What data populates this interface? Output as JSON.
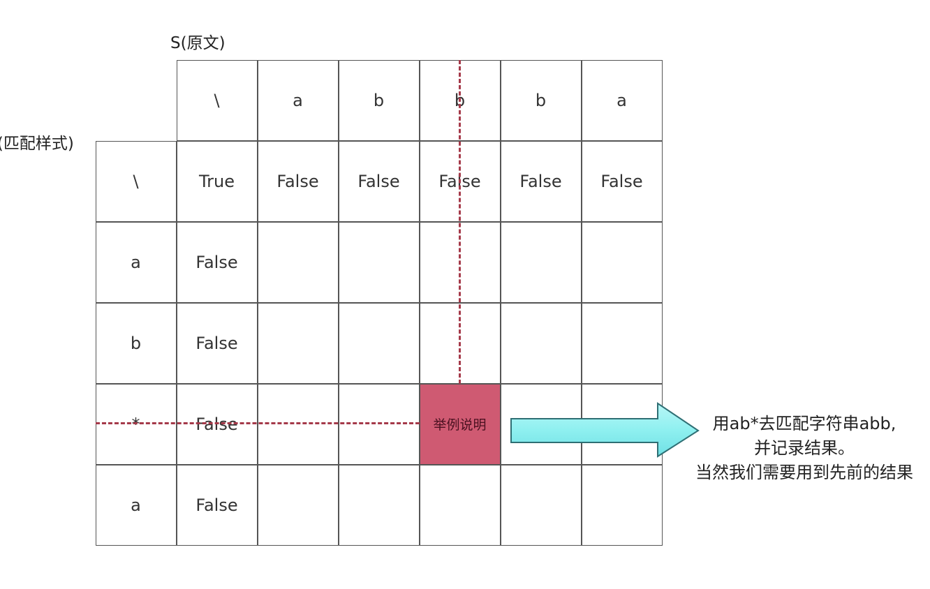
{
  "labels": {
    "s_axis": "S(原文)",
    "p_axis": "P(匹配样式)"
  },
  "table": {
    "column_headers": [
      "\\",
      "a",
      "b",
      "b",
      "b",
      "a"
    ],
    "row_headers": [
      "\\",
      "a",
      "b",
      "*",
      "a"
    ],
    "rows": [
      [
        "True",
        "False",
        "False",
        "False",
        "False",
        "False"
      ],
      [
        "False",
        "",
        "",
        "",
        "",
        ""
      ],
      [
        "False",
        "",
        "",
        "",
        "",
        ""
      ],
      [
        "False",
        "",
        "",
        "举例说明",
        "",
        ""
      ],
      [
        "False",
        "",
        "",
        "",
        "",
        ""
      ]
    ],
    "highlight_cell": {
      "row": 3,
      "col": 3
    }
  },
  "explanation": {
    "lines": [
      "用ab*去匹配字符串abb,",
      "并记录结果。",
      "当然我们需要用到先前的结果"
    ]
  },
  "colors": {
    "highlight_fill": "#cf5a72",
    "dash_line": "#a53a4a",
    "arrow_fill": "#8ff0f0",
    "grid_line": "#555555"
  }
}
